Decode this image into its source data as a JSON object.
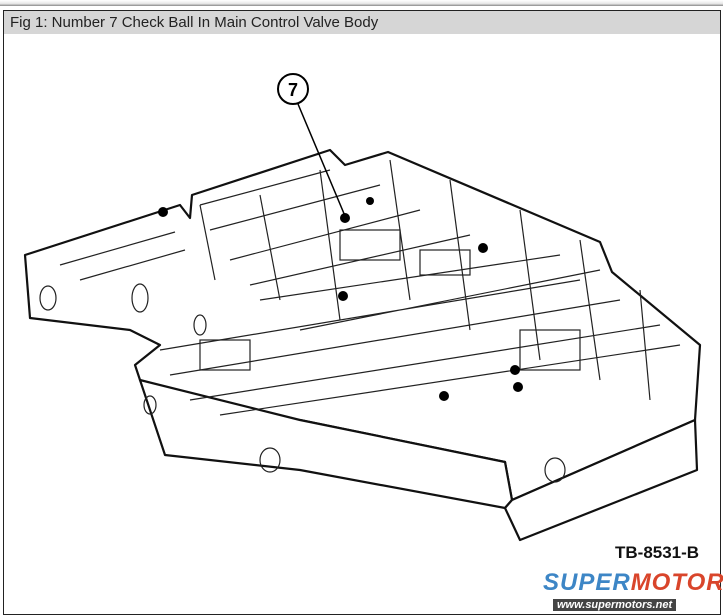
{
  "caption": "Fig 1: Number 7 Check Ball In Main Control Valve Body",
  "callout_label": "7",
  "figure_code": "TB-8531-B",
  "watermark": {
    "name_part1": "SUPER",
    "name_part2": "MOTORS",
    "url": "www.supermotors.net"
  }
}
